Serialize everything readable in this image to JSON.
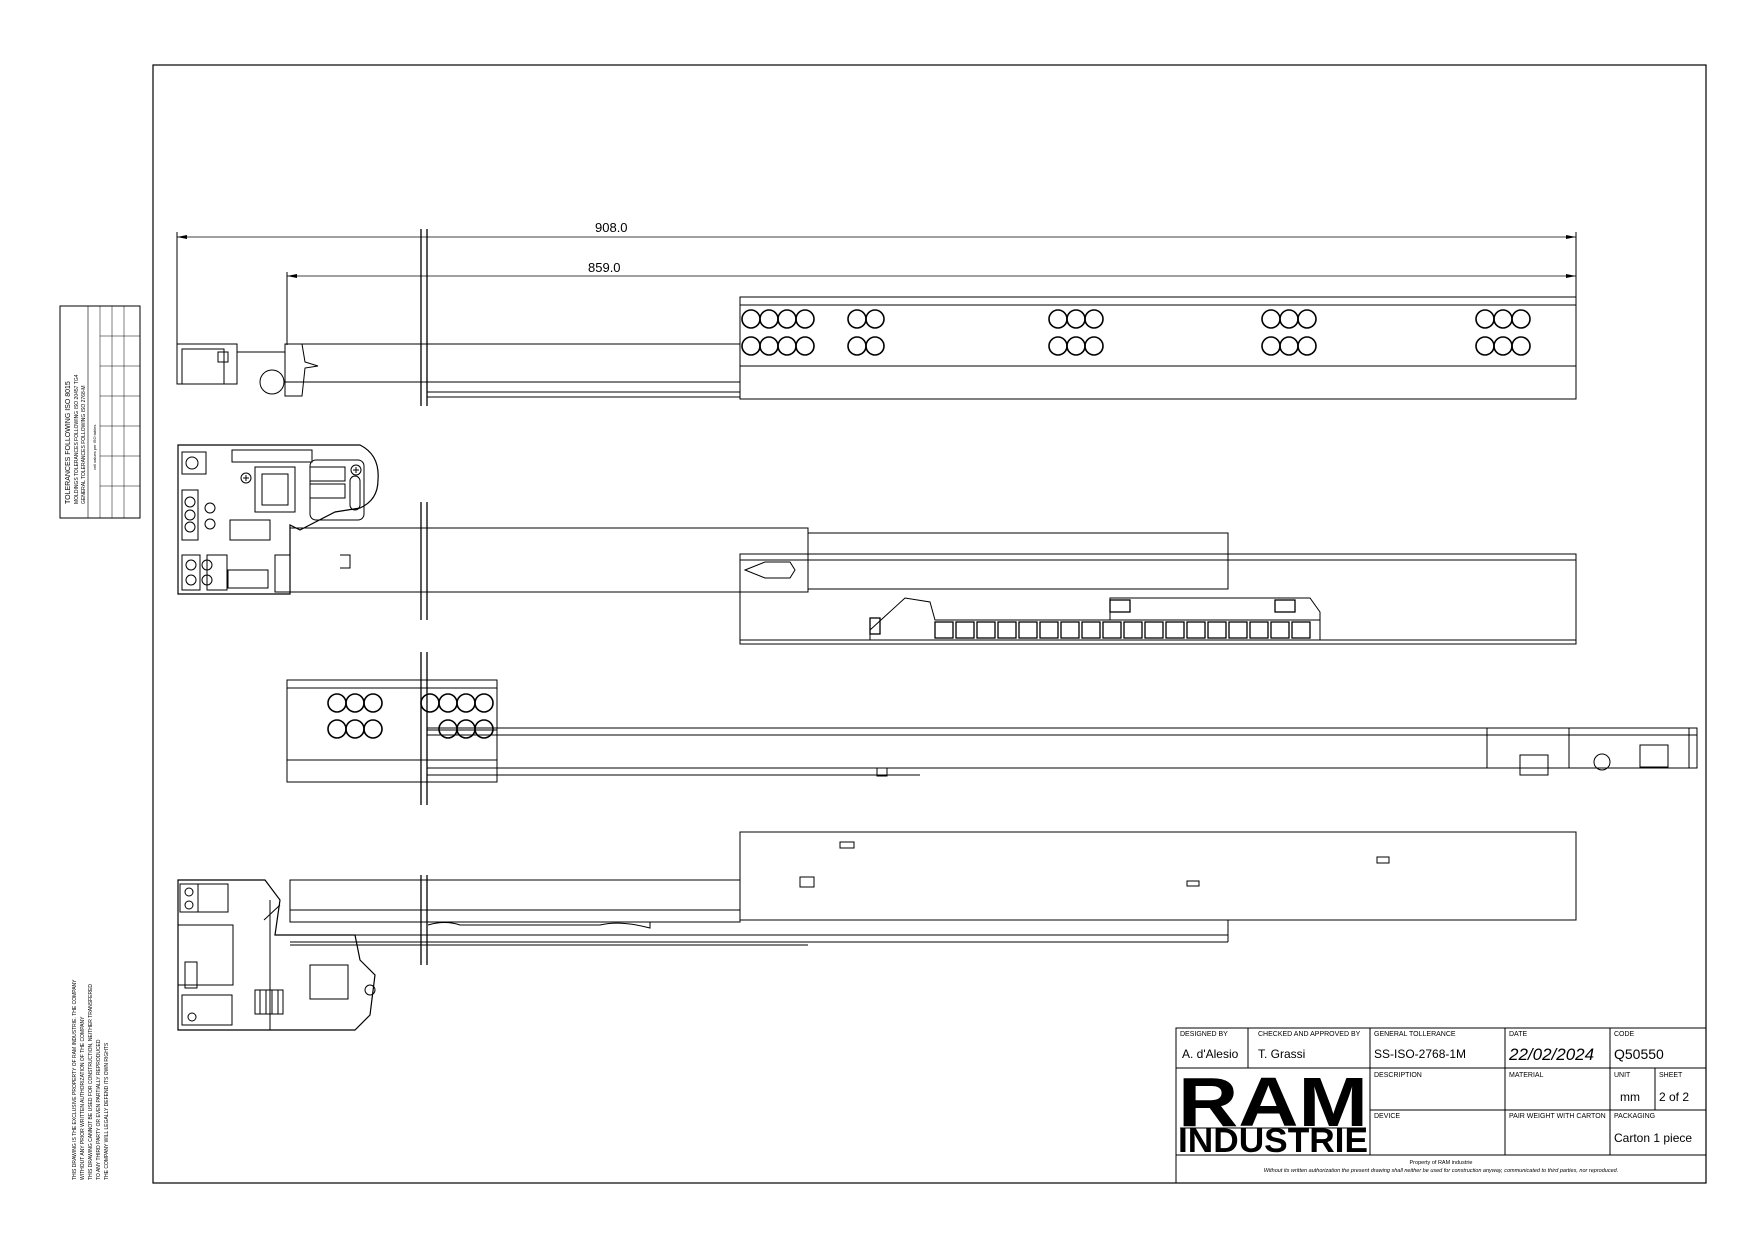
{
  "dimensions": {
    "overall_length": "908.0",
    "rail_length": "859.0"
  },
  "side_notes": {
    "tolerance_title": "TOLERANCES FOLLOWING ISO 8015",
    "tolerance_line2": "MOLDINGS TOLERANCES FOLLOWING ISO 20457 TG4",
    "tolerance_line3": "GENERAL TOLERANCES FOLLOWING ISO 2768-M",
    "tolerance_line4": "cell values per ISO tables",
    "copyright_lines": [
      "THIS DRAWING IS THE EXCLUSIVE PROPERTY OF RAM INDUSTRIE. THE COMPANY",
      "WITHOUT ANY PRIOR WRITTEN AUTHORIZATION OF THE COMPANY",
      "THIS DRAWING CANNOT BE USED FOR CONSTRUCTION, NEITHER TRANSFERED",
      "TO ANY THIRD PARTY OR EVEN PARTIALLY REPRODUCED",
      "THE COMPANY WILL LEGALLY DEFEND ITS OWN RIGHTS"
    ]
  },
  "title_block": {
    "designed_by_label": "DESIGNED BY",
    "designed_by": "A. d'Alesio",
    "checked_label": "CHECKED AND APPROVED BY",
    "checked_by": "T. Grassi",
    "tolerance_label": "GENERAL TOLLERANCE",
    "tolerance": "SS-ISO-2768-1M",
    "date_label": "DATE",
    "date": "22/02/2024",
    "code_label": "CODE",
    "code": "Q50550",
    "description_label": "DESCRIPTION",
    "material_label": "MATERIAL",
    "unit_label": "UNIT",
    "unit": "mm",
    "sheet_label": "SHEET",
    "sheet": "2 of 2",
    "device_label": "DEVICE",
    "weight_label": "PAIR WEIGHT WITH CARTON",
    "packaging_label": "PACKAGING",
    "packaging": "Carton 1 piece",
    "logo_top": "RAM",
    "logo_bottom": "INDUSTRIE",
    "footer_line1": "Property of RAM industrie",
    "footer_line2": "Without its written authorization the present drawing shall neither be used for construction anyway, communicated to third parties, nor reproduced."
  }
}
